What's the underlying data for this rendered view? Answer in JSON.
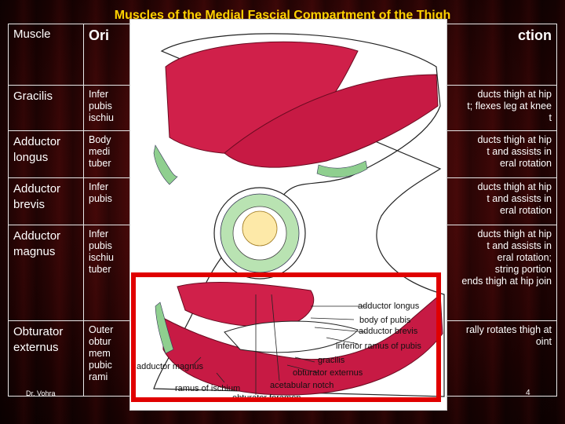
{
  "slide": {
    "title": "Muscles of the Medial Fascial Compartment of the Thigh",
    "author": "Dr. Vohra",
    "page_number": "4"
  },
  "table": {
    "headers": {
      "muscle": "Muscle",
      "origin": "Ori",
      "action": "ction"
    },
    "rows": [
      {
        "name": "Gracilis",
        "origin": "Infer\npubis\nischiu",
        "action": "ducts thigh at hip\nt; flexes leg at knee\nt"
      },
      {
        "name": "Adductor\nlongus",
        "origin": "Body\nmedi\ntuber",
        "action": "ducts thigh at hip\nt and assists in\neral rotation"
      },
      {
        "name": "Adductor\nbrevis",
        "origin": "Infer\npubis",
        "action": "ducts thigh at hip\nt and assists in\neral rotation"
      },
      {
        "name": "Adductor\nmagnus",
        "origin": "Infer\npubis\nischiu\ntuber",
        "action": "ducts thigh at hip\nt and assists in\neral rotation;\nstring portion\nends thigh at hip join"
      },
      {
        "name": "Obturator\nexternus",
        "origin": "Outer\nobtur\nmem\npubic\nrami",
        "action": "rally rotates thigh at\noint"
      }
    ]
  },
  "figure": {
    "labels": {
      "adductor_longus": "adductor longus",
      "body_of_pubis": "body of pubis",
      "adductor_brevis": "adductor brevis",
      "inferior_ramus": "inferior ramus of pubis",
      "gracilis": "gracilis",
      "adductor_magnus": "adductor magnus",
      "obturator_externus": "obturator externus",
      "ramus_of_ischium": "ramus of ischium",
      "acetabular_notch": "acetabular notch",
      "obturator_foramen": "obturator foramen"
    },
    "colors": {
      "muscle": "#d0204a",
      "muscle_dark": "#a01235",
      "bone": "#ffffff",
      "cartilage": "#8fcf8f",
      "highlight": "#e00000"
    }
  }
}
